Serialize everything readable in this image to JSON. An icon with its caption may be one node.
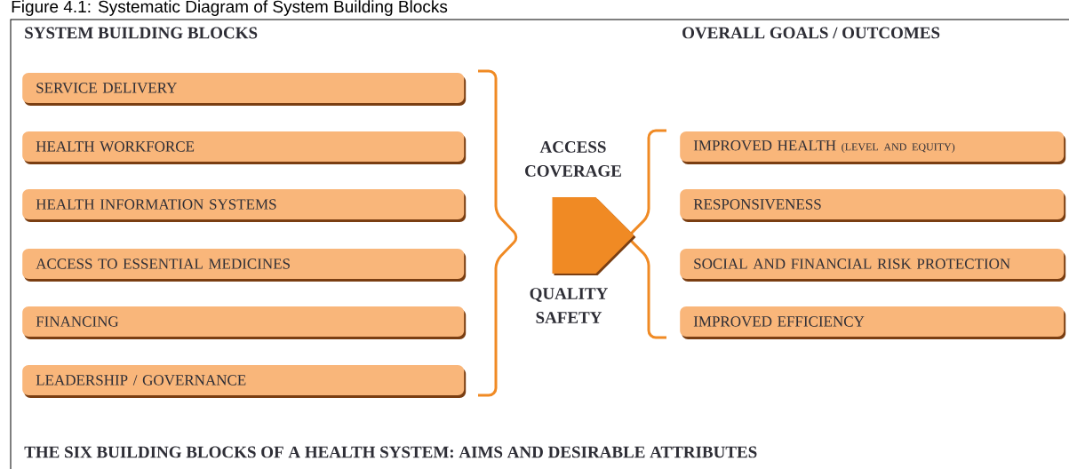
{
  "diagram": {
    "title": "Figure 4.1: Systematic Diagram of System Building Blocks",
    "caption": "THE SIX BUILDING BLOCKS OF A HEALTH SYSTEM: AIMS AND DESIRABLE ATTRIBUTES",
    "nodes": [
      {
        "text": [
          "SERVICE DELIVERY"
        ]
      },
      {
        "text": [
          "HEALTH WORKFORCE"
        ]
      },
      {
        "text": [
          "HEALTH INFORMATION SYSTEMS"
        ]
      },
      {
        "text": [
          "ACCESS TO ESSENTIAL MEDICINES"
        ]
      },
      {
        "text": [
          "FINANCING"
        ]
      },
      {
        "text": [
          "LEADERSHIP / GOVERNANCE"
        ]
      },
      {
        "text": [
          "IMPROVED HEALTH",
          "(LEVEL AND EQUITY)"
        ]
      },
      {
        "text": [
          "RESPONSIVENESS"
        ]
      },
      {
        "text": [
          "SOCIAL AND FINANCIAL RISK PROTECTION"
        ]
      },
      {
        "text": [
          "IMPROVED EFFICIENCY"
        ]
      }
    ],
    "labels": [
      "SYSTEM BUILDING BLOCKS",
      "OVERALL GOALS / OUTCOMES",
      "ACCESS COVERAGE",
      "QUALITY SAFETY"
    ]
  }
}
